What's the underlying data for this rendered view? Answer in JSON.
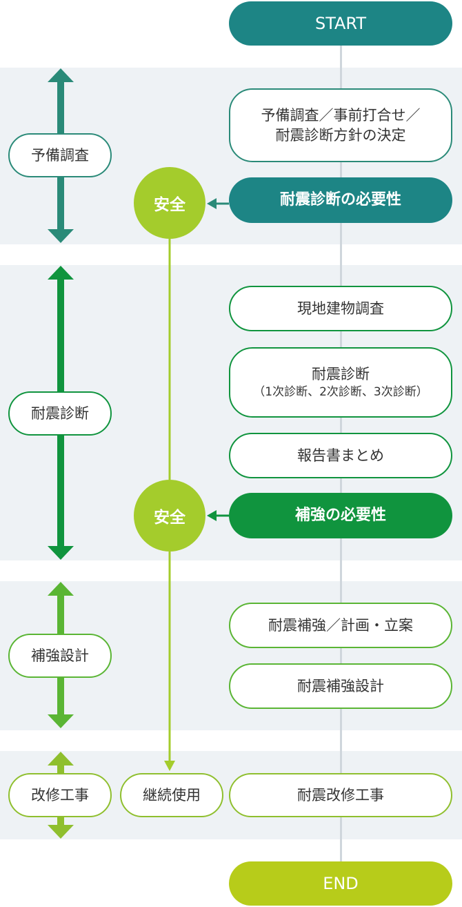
{
  "colors": {
    "teal": "#2a8a78",
    "green": "#10943e",
    "light_green": "#5ab534",
    "lime": "#8fbf2e",
    "safe_circle": "#a4cc2c",
    "end": "#b7cc1a",
    "band": "#eef2f5"
  },
  "start_label": "START",
  "end_label": "END",
  "phases": [
    {
      "label": "予備調査"
    },
    {
      "label": "耐震診断"
    },
    {
      "label": "補強設計"
    },
    {
      "label": "改修工事"
    }
  ],
  "steps": {
    "preliminary_line1": "予備調査／事前打合せ／",
    "preliminary_line2": "耐震診断方針の決定",
    "need_diagnosis": "耐震診断の必要性",
    "site_survey": "現地建物調査",
    "diagnosis": "耐震診断",
    "diagnosis_sub": "（1次診断、2次診断、3次診断）",
    "report": "報告書まとめ",
    "need_reinforce": "補強の必要性",
    "reinforce_plan": "耐震補強／計画・立案",
    "reinforce_design": "耐震補強設計",
    "renovation": "耐震改修工事"
  },
  "safe_label_1": "安全",
  "safe_label_2": "安全",
  "continue_use": "継続使用"
}
